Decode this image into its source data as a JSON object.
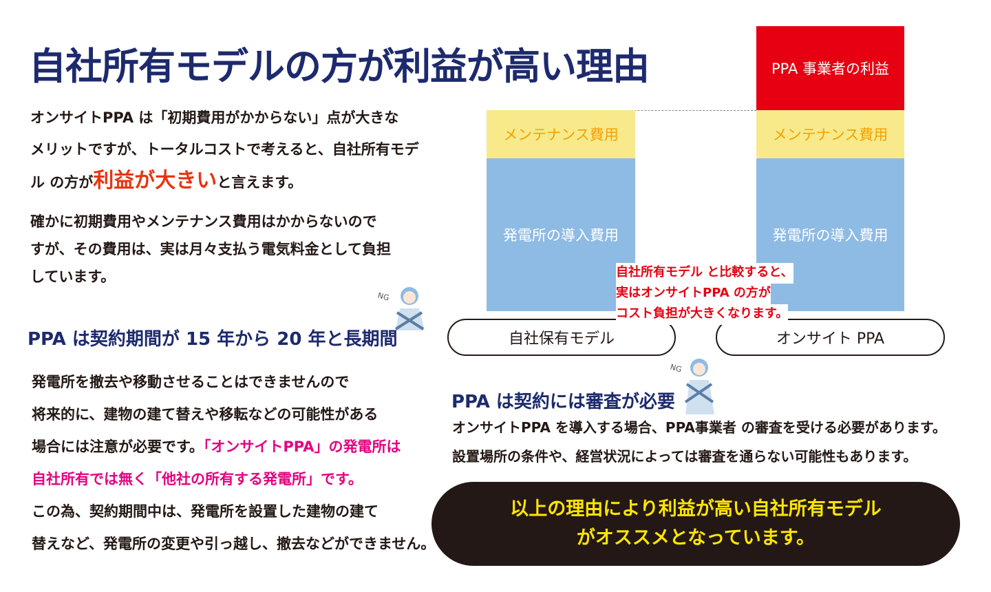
{
  "title": "自社所有モデルの方が利益が高い理由",
  "intro": {
    "line1": "オンサイトPPA は「初期費用がかからない」点が大きな",
    "line2": "メリットですが、トータルコストで考えると、自社所有モデ",
    "line3_pre": "ル の方が",
    "line3_emph": "利益が大きい",
    "line3_post": "と言えます。"
  },
  "para2": [
    "確かに初期費用やメンテナンス費用はかからないので",
    "すが、その費用は、実は月々支払う電気料金として負担",
    "しています。"
  ],
  "section1": {
    "heading": "PPA は契約期間が 15 年から 20 年と長期間",
    "lines": [
      "発電所を撤去や移動させることはできませんので",
      "将来的に、建物の建て替えや移転などの可能性がある"
    ],
    "line3_pre": "場合には注意が必要です。",
    "line3_emph": "「オンサイトPPA」の発電所は",
    "line4_emph": "自社所有では無く「他社の所有する発電所」です。",
    "lines_after": [
      "この為、契約期間中は、発電所を設置した建物の建て",
      "替えなど、発電所の変更や引っ越し、撤去などができません。"
    ]
  },
  "diagram": {
    "profit_label": "PPA 事業者の利益",
    "maintenance_label": "メンテナンス費用",
    "install_label": "発電所の導入費用",
    "left_model": "自社保有モデル",
    "right_model": "オンサイト PPA",
    "note": [
      "自社所有モデル と比較すると、",
      "実はオンサイトPPA の方が",
      "コスト負担が大きくなります。"
    ],
    "colors": {
      "profit": "#e60012",
      "maintenance": "#f8e98a",
      "install": "#8ebbe4"
    }
  },
  "illustration": {
    "ng_text": "NG"
  },
  "section2": {
    "heading": "PPA は契約には審査が必要",
    "lines": [
      "オンサイトPPA を導入する場合、PPA事業者 の審査を受ける必要があります。",
      "設置場所の条件や、経営状況によっては審査を通らない可能性もあります。"
    ]
  },
  "conclusion": [
    "以上の理由により利益が高い自社所有モデル",
    "がオススメとなっています。"
  ]
}
